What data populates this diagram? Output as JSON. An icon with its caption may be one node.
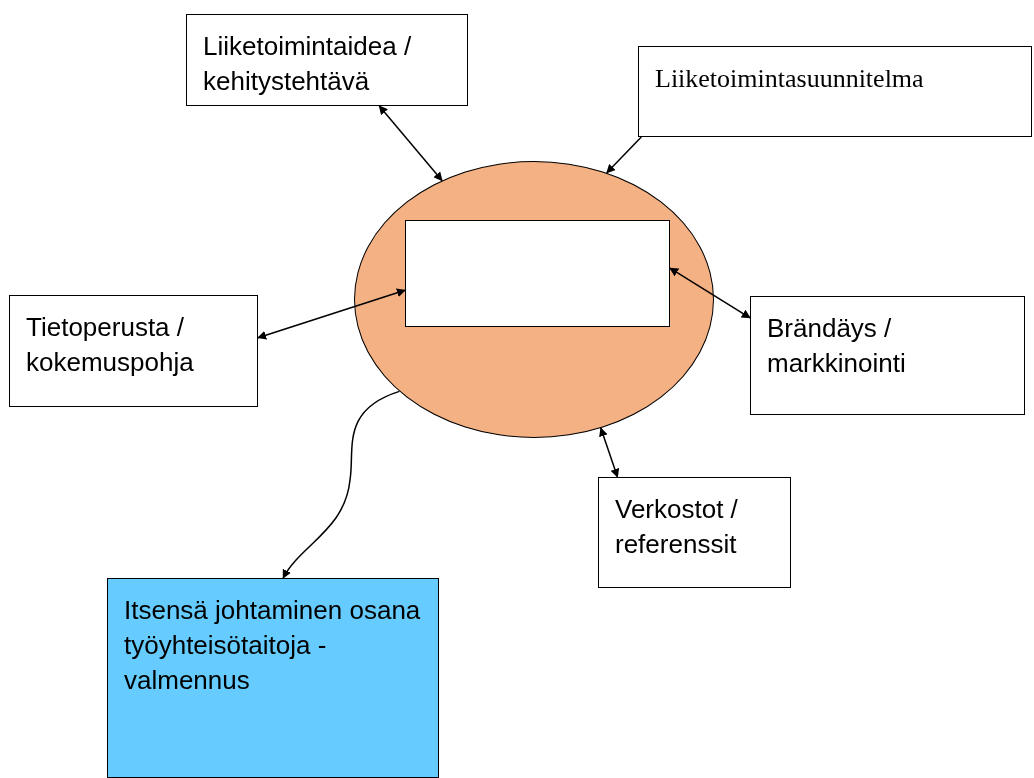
{
  "diagram": {
    "nodes": [
      {
        "text": [
          "Liiketoimintaidea / kehitystehtävä"
        ]
      },
      {
        "text": [
          "Liiketoimintasuunnitelma"
        ]
      },
      {
        "text": [],
        "shape": "circle"
      },
      {
        "text": [],
        "shape": "box",
        "in": 2
      },
      {
        "text": [
          "Tietoperusta / kokemuspohja"
        ]
      },
      {
        "text": [
          "Brändäys / markkinointi"
        ]
      },
      {
        "text": [
          "Verkostot / referenssit"
        ]
      },
      {
        "text": [
          "Itsensä johtaminen osana työyhteisötaitoja - valmennus"
        ]
      }
    ],
    "edges": [
      {
        "from": 0,
        "to": 2,
        "arrow": "both"
      },
      {
        "from": 1,
        "to": 2,
        "arrow": "to"
      },
      {
        "from": 4,
        "to": 3,
        "arrow": "both"
      },
      {
        "from": 3,
        "to": 5,
        "arrow": "both"
      },
      {
        "from": 2,
        "to": 6,
        "arrow": "both"
      },
      {
        "from": 2,
        "to": 7,
        "arrow": "to"
      }
    ]
  }
}
